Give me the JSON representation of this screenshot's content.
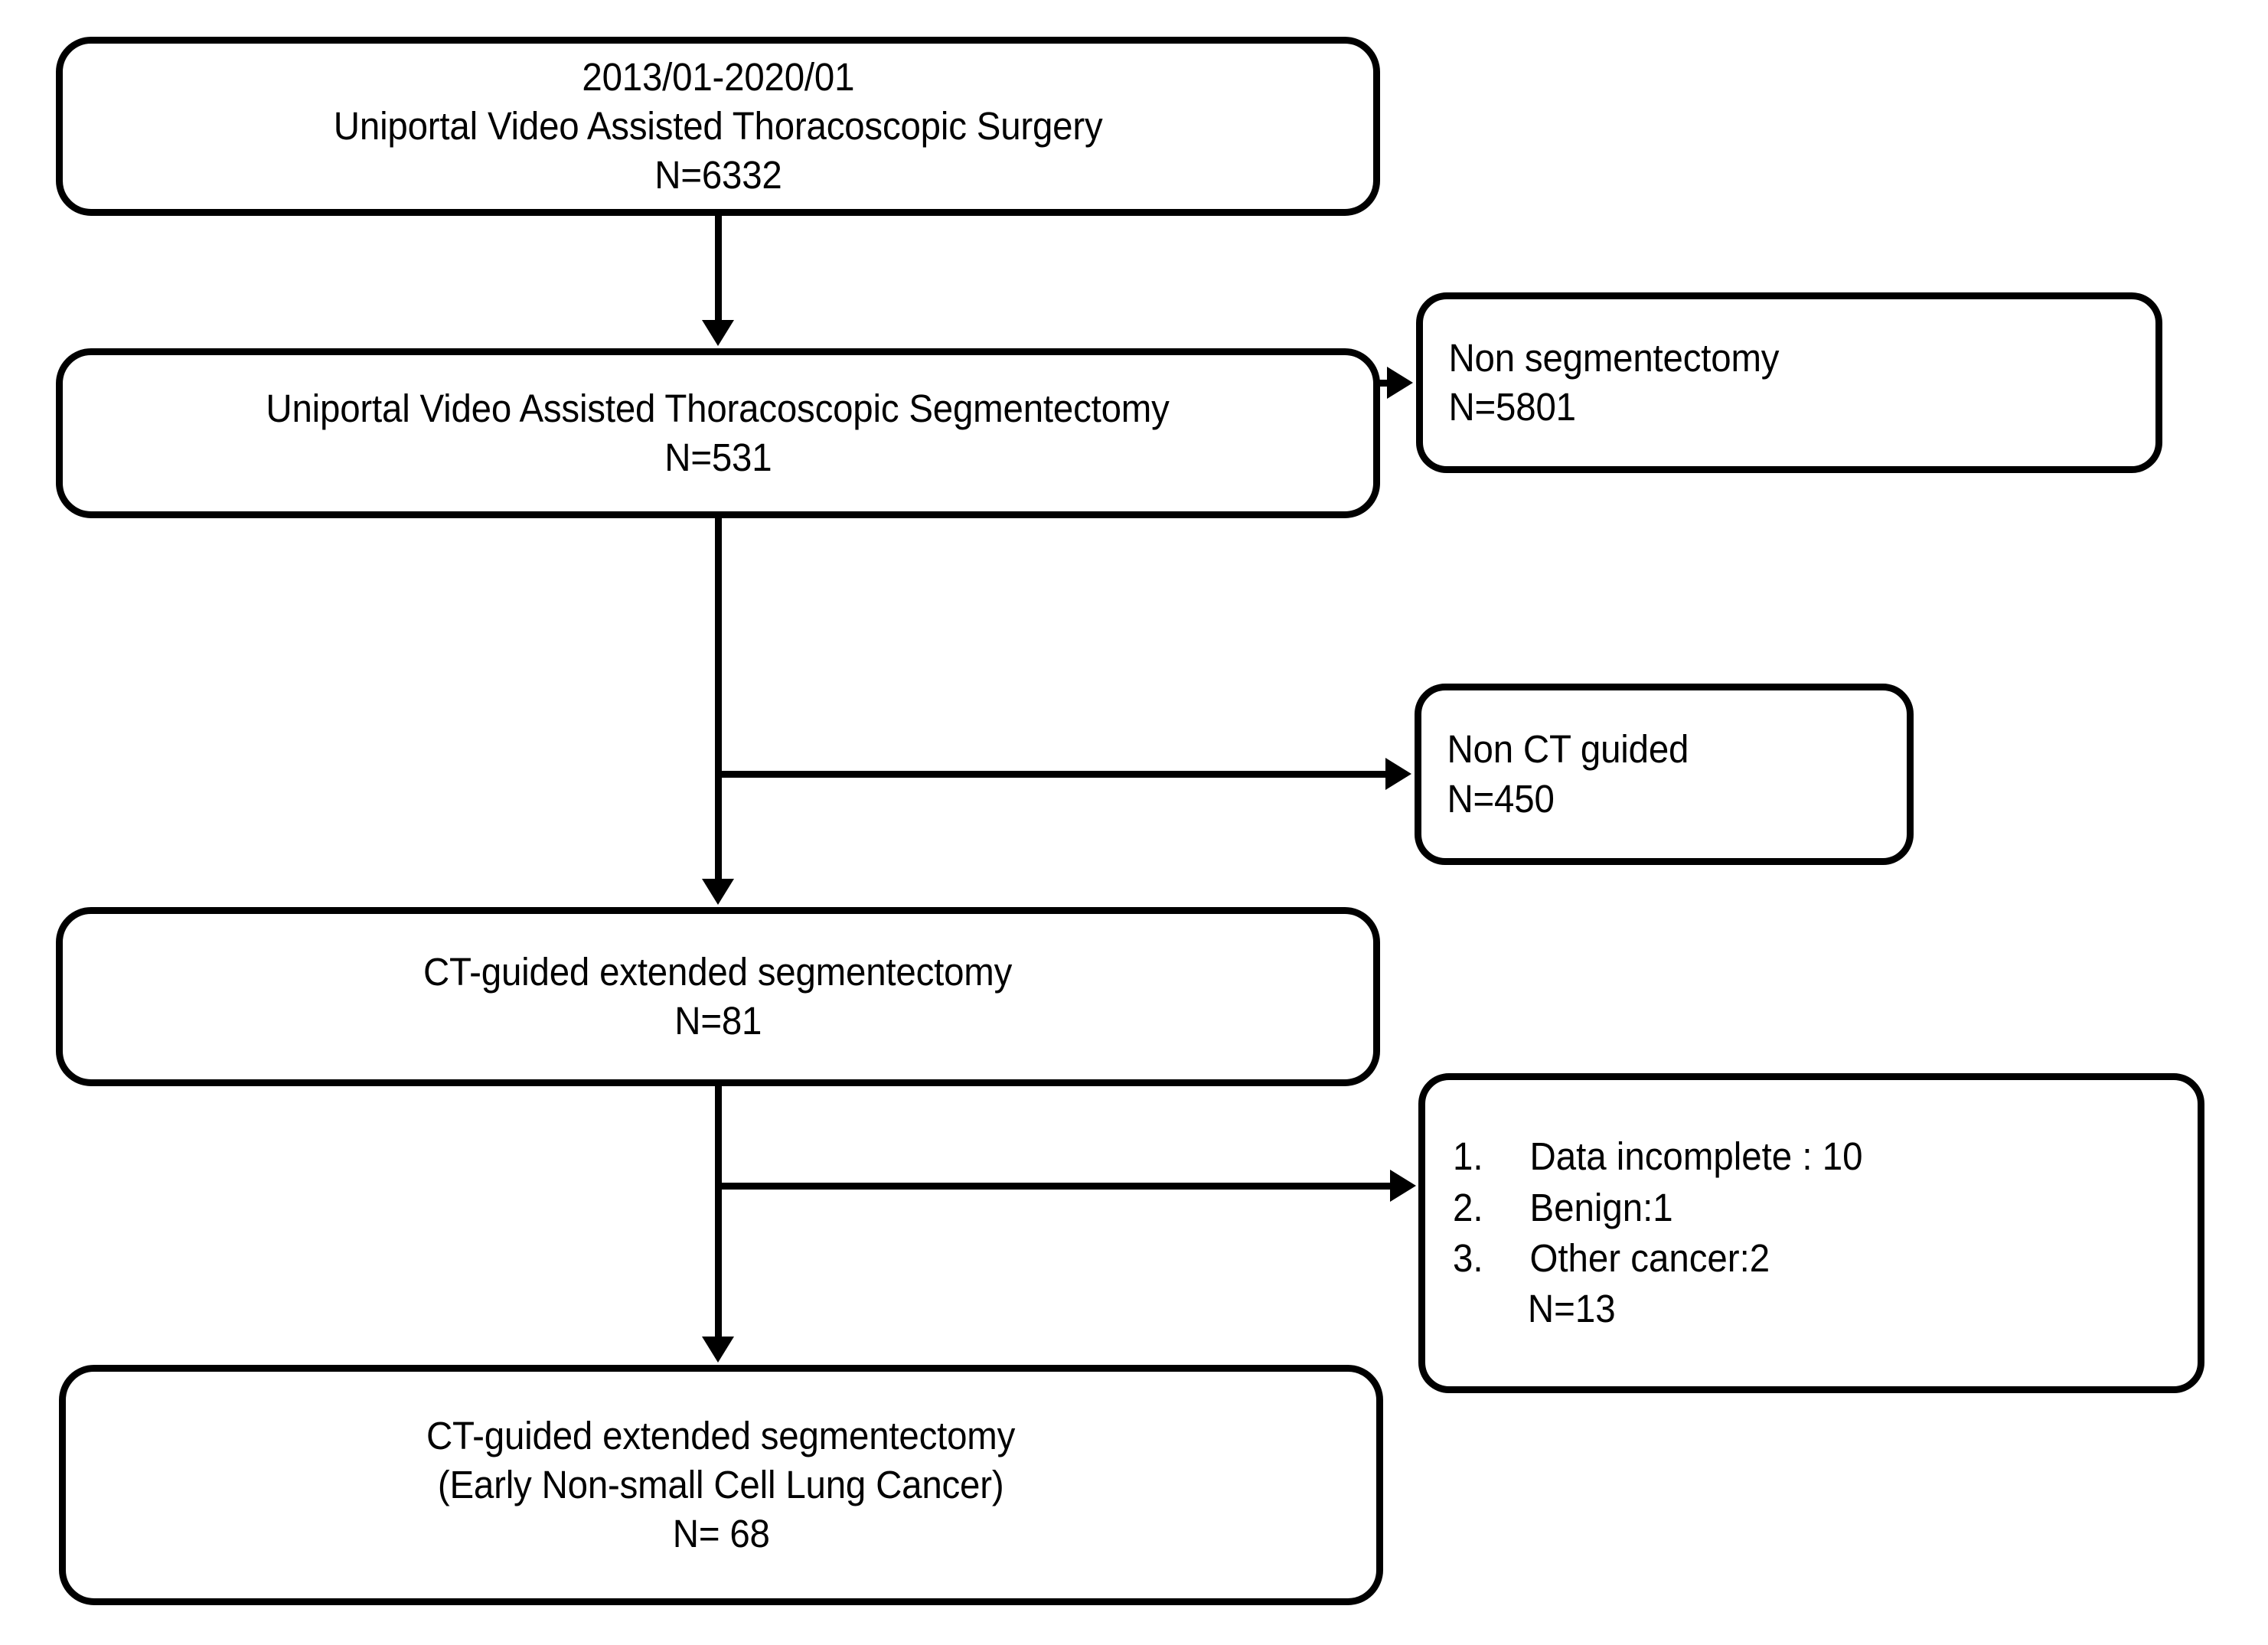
{
  "diagram": {
    "title": "CONSORT-style patient selection flow diagram",
    "stroke_color": "#000000",
    "background_color": "#ffffff",
    "text_color": "#000000"
  },
  "flow": {
    "cohort": {
      "period": "2013/01-2020/01",
      "procedure": "Uniportal Video Assisted Thoracoscopic Surgery",
      "count": "N=6332"
    },
    "segmentectomy": {
      "procedure": "Uniportal Video Assisted Thoracoscopic Segmentectomy",
      "count": "N=531"
    },
    "ct_guided": {
      "procedure": "CT-guided extended segmentectomy",
      "count": "N=81"
    },
    "final": {
      "procedure": "CT-guided extended segmentectomy",
      "qualifier": "(Early Non-small Cell Lung Cancer)",
      "count": "N= 68"
    }
  },
  "exclusions": {
    "non_segmentectomy": {
      "reason": "Non segmentectomy",
      "count": "N=5801"
    },
    "non_ct_guided": {
      "reason": "Non CT guided",
      "count": "N=450"
    },
    "other": {
      "items": [
        {
          "num": "1.",
          "reason": "Data incomplete : 10"
        },
        {
          "num": "2.",
          "reason": "Benign:1"
        },
        {
          "num": "3.",
          "reason": "Other cancer:2"
        }
      ],
      "total": "N=13"
    }
  }
}
